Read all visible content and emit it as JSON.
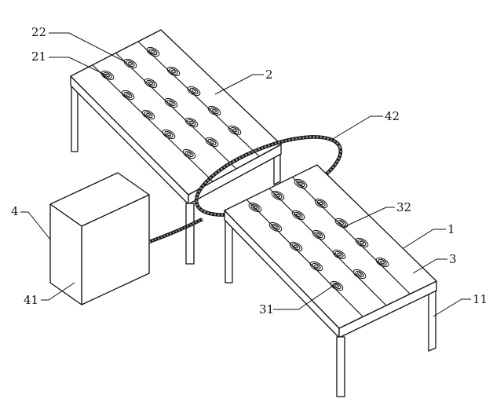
{
  "figure": {
    "labels": {
      "l22": "22",
      "l21": "21",
      "l2": "2",
      "l42": "42",
      "l4": "4",
      "l32": "32",
      "l1": "1",
      "l3": "3",
      "l41": "41",
      "l31": "31",
      "l11": "11"
    }
  }
}
